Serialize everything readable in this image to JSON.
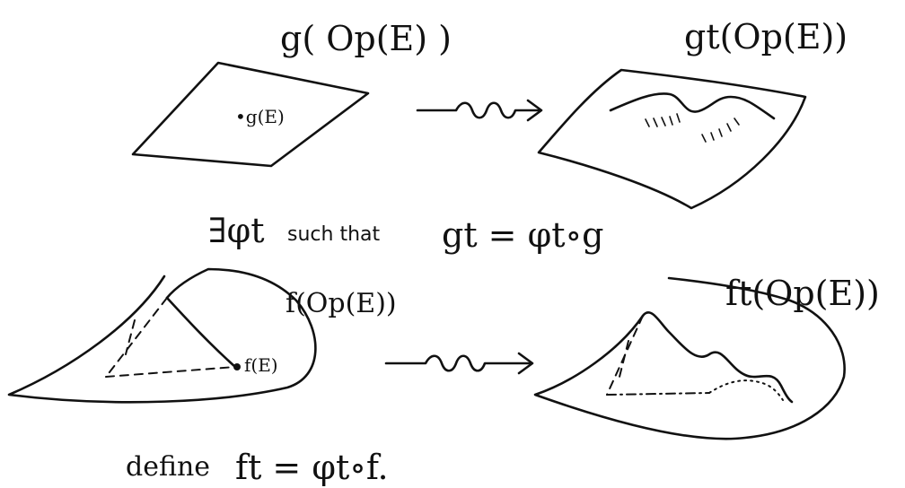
{
  "top": {
    "left_label": "g( Op(E) )",
    "point_label": "•g(E)",
    "right_label": "gt(Op(E))"
  },
  "statement": {
    "exists": "∃φt",
    "such_that": "such that",
    "equation": "gt  =  φt∘g"
  },
  "bottom": {
    "left_label": "f(Op(E))",
    "point_label": "f(E)",
    "right_label": "ft(Op(E))"
  },
  "definition": {
    "define": "define",
    "equation": "ft  =  φt∘f."
  },
  "colors": {
    "ink": "#111111",
    "paper": "#ffffff"
  }
}
